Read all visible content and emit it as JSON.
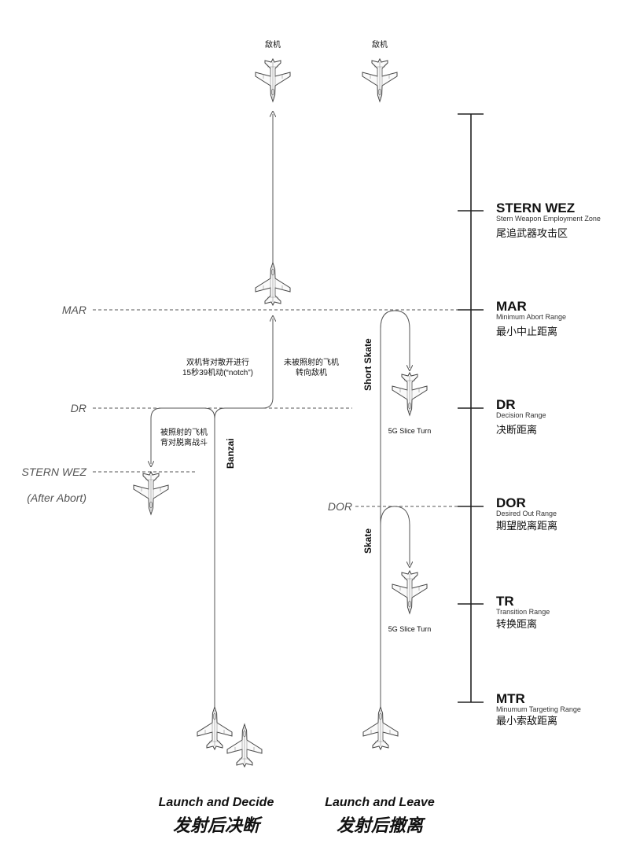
{
  "enemy_label_1": "敌机",
  "enemy_label_2": "敌机",
  "zones": [
    {
      "name": "STERN WEZ",
      "sub": "Stern Weapon Employment Zone",
      "cn": "尾追武器攻击区"
    },
    {
      "name": "MAR",
      "sub": "Minimum Abort Range",
      "cn": "最小中止距离"
    },
    {
      "name": "DR",
      "sub": "Decision Range",
      "cn": "决断距离"
    },
    {
      "name": "DOR",
      "sub": "Desired Out Range",
      "cn": "期望脱离距离"
    },
    {
      "name": "TR",
      "sub": "Transition Range",
      "cn": "转换距离"
    },
    {
      "name": "MTR",
      "sub": "Minumum Targeting Range",
      "cn": "最小索敌距离"
    }
  ],
  "left_labels": {
    "mar": "MAR",
    "dr": "DR",
    "stern_wez": "STERN WEZ",
    "after_abort": "(After Abort)",
    "dor": "DOR"
  },
  "notes": {
    "notch_line1": "双机背对散开进行",
    "notch_line2": "15秒39机动(“notch”)",
    "unlit_line1": "未被照射的飞机",
    "unlit_line2": "转向敌机",
    "lit_line1": "被照射的飞机",
    "lit_line2": "背对脱离战斗"
  },
  "vertical_labels": {
    "banzai": "Banzai",
    "short_skate": "Short Skate",
    "skate": "Skate"
  },
  "turn_labels": {
    "upper": "5G Slice Turn",
    "lower": "5G Slice Turn"
  },
  "footer": {
    "left_en": "Launch and Decide",
    "left_cn": "发射后决断",
    "right_en": "Launch and Leave",
    "right_cn": "发射后撤离"
  }
}
